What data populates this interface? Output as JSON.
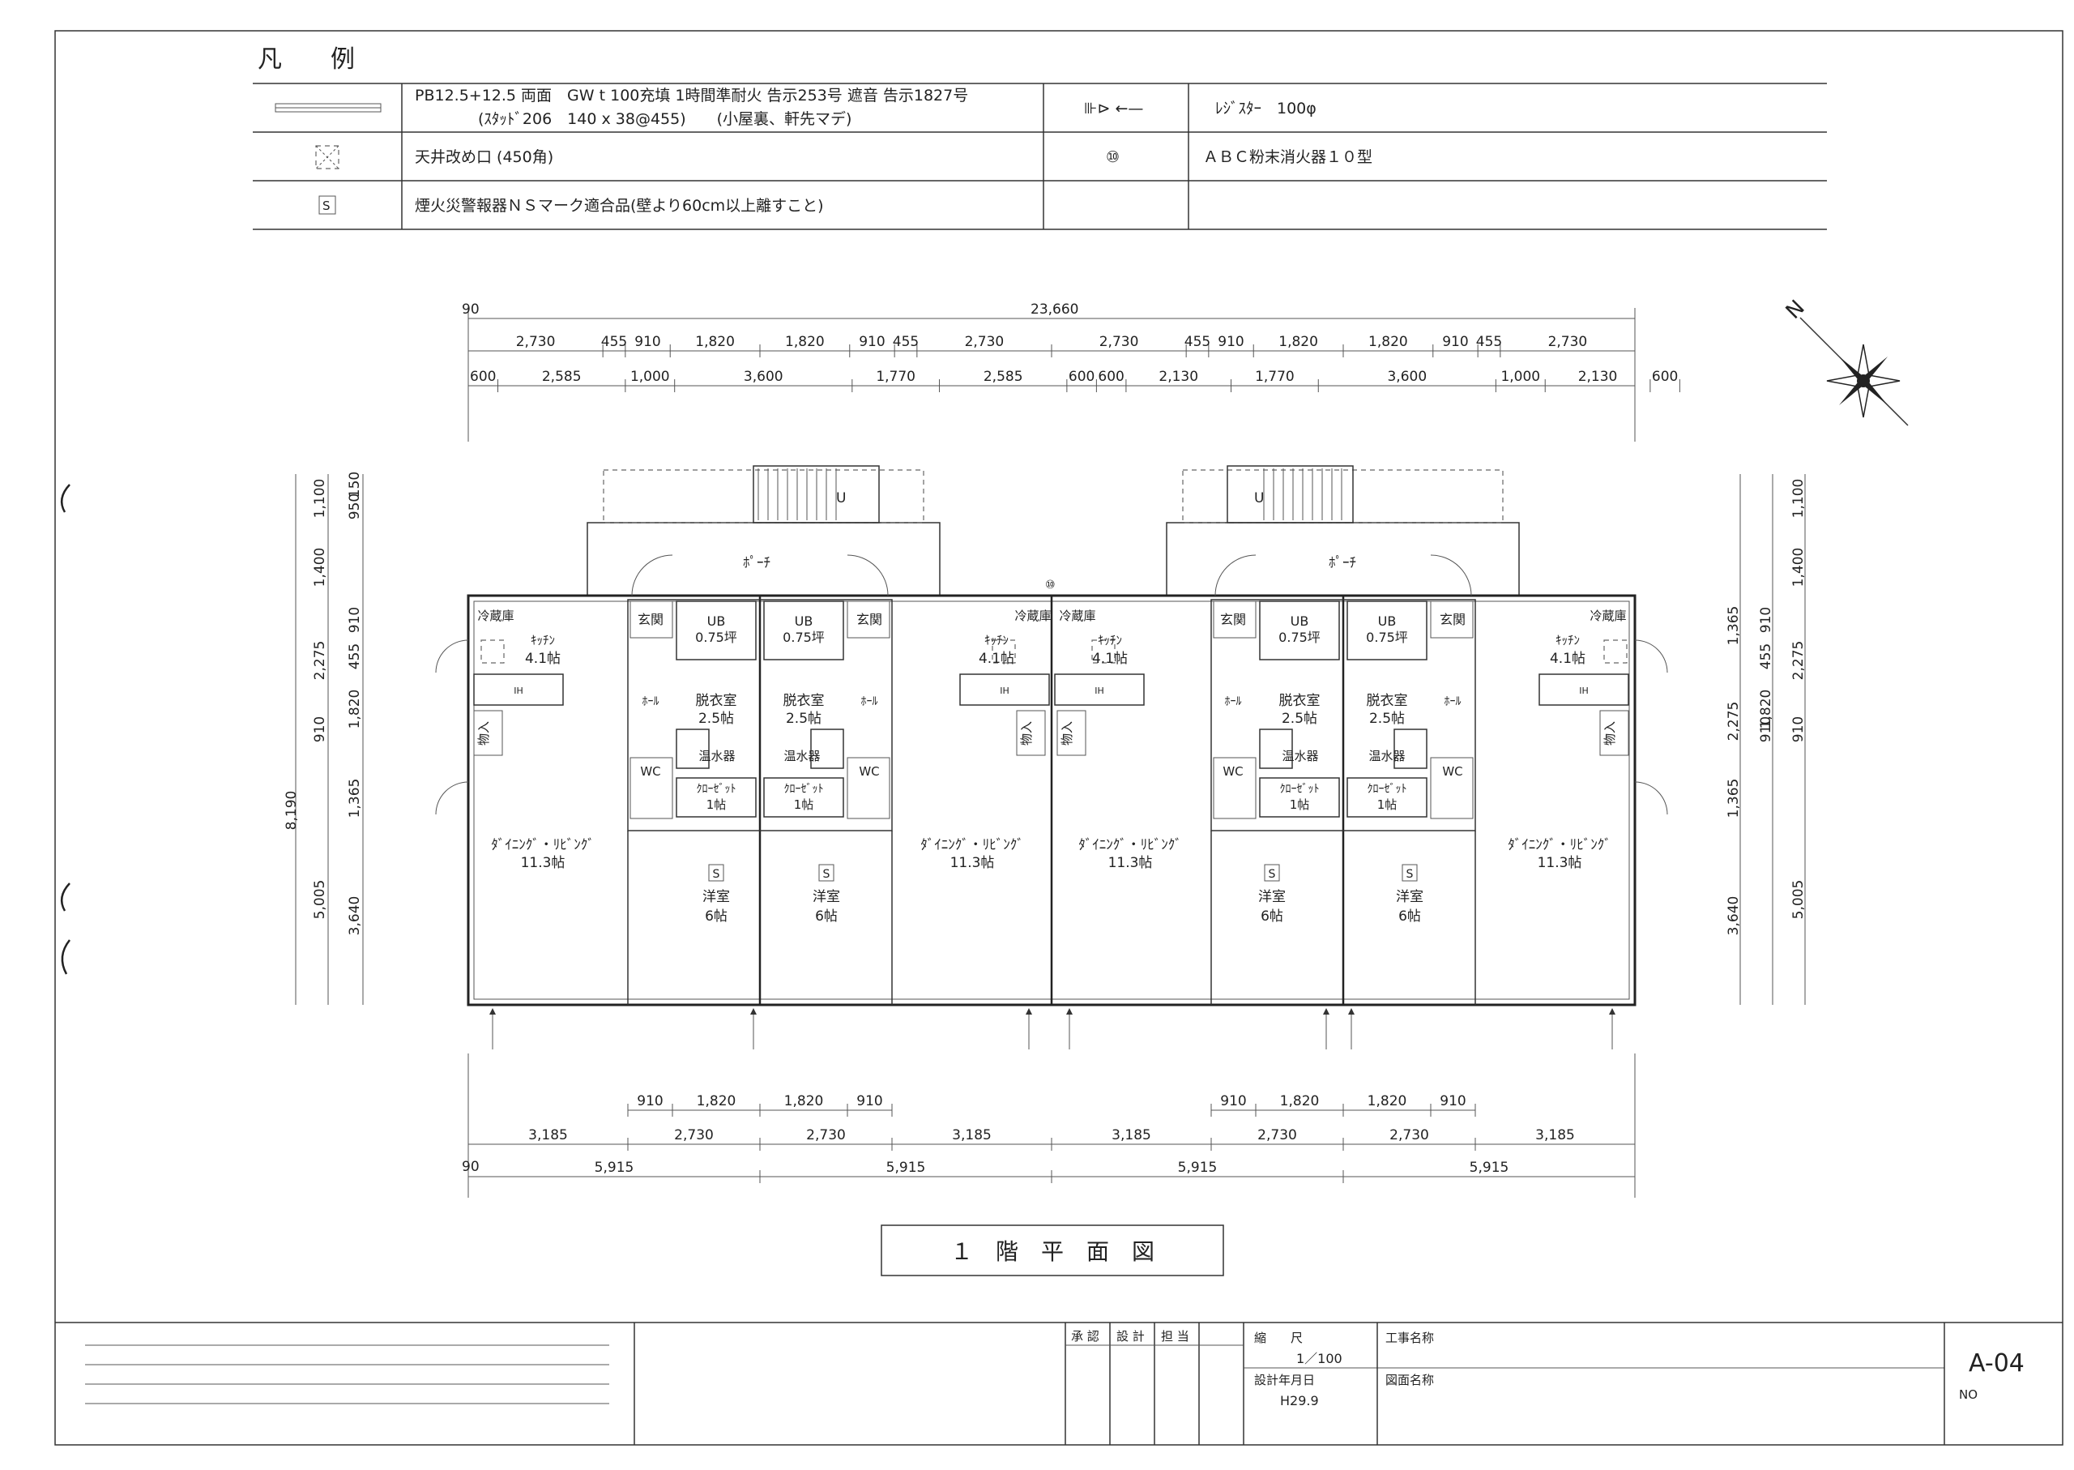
{
  "legend": {
    "title": "凡　　例",
    "rows": [
      {
        "text1": "PB12.5+12.5 両面　GW t 100充填 1時間準耐火 告示253号 遮音 告示1827号",
        "text2": "(ｽﾀｯﾄﾞ206　140 x 38@455)　　(小屋裏、軒先マデ)",
        "right_symbol": "⊪⊳ ←—",
        "right_text": "ﾚｼﾞｽﾀｰ　100φ"
      },
      {
        "text1": "天井改め口 (450角)",
        "right_symbol": "⑩",
        "right_text": "ＡＢＣ粉末消火器１０型"
      },
      {
        "symbol": "S",
        "text1": "煙火災警報器ＮＳマーク適合品(壁より60cm以上離すこと)"
      }
    ]
  },
  "dims_top": {
    "overall": "23,660",
    "edge": "90",
    "row1": [
      "2,730",
      "455",
      "910",
      "1,820",
      "1,820",
      "910",
      "455",
      "2,730",
      "2,730",
      "455",
      "910",
      "1,820",
      "1,820",
      "910",
      "455",
      "2,730"
    ],
    "row2": [
      "600",
      "2,585",
      "1,000",
      "3,600",
      "1,770",
      "2,585",
      "600",
      "600",
      "2,130",
      "1,770",
      "3,600",
      "1,000",
      "2,130",
      "600"
    ]
  },
  "dims_bottom": {
    "row1": [
      "910",
      "1,820",
      "1,820",
      "910",
      "910",
      "1,820",
      "1,820",
      "910"
    ],
    "row2": [
      "3,185",
      "2,730",
      "2,730",
      "3,185",
      "3,185",
      "2,730",
      "2,730",
      "3,185"
    ],
    "row3": [
      "5,915",
      "5,915",
      "5,915",
      "5,915"
    ],
    "edge": "90"
  },
  "dims_left": {
    "overall": "8,190",
    "col1": [
      "1,100",
      "1,400",
      "2,275",
      "910",
      "5,005"
    ],
    "col2": [
      "150",
      "950",
      "910",
      "455",
      "1,820",
      "1,365",
      "3,640"
    ]
  },
  "dims_right": {
    "col1": [
      "1,100",
      "1,400",
      "2,275",
      "910",
      "5,005"
    ],
    "col2": [
      "1,365",
      "910",
      "455",
      "1,820",
      "2,275",
      "910",
      "1,365",
      "3,640"
    ]
  },
  "rooms": {
    "porch": "ﾎﾟｰﾁ",
    "stair_up": "U",
    "fridge": "冷蔵庫",
    "kitchen": "ｷｯﾁﾝ",
    "kitchen_size": "4.1帖",
    "entrance": "玄関",
    "ub": "UB",
    "ub_size": "0.75坪",
    "hall": "ﾎｰﾙ",
    "dressing": "脱衣室",
    "dressing_size": "2.5帖",
    "water_heater": "温水器",
    "storage": "物入",
    "wc": "WC",
    "closet": "ｸﾛｰｾﾞｯﾄ",
    "closet_size": "1帖",
    "dining": "ﾀﾞｲﾆﾝｸﾞ・ﾘﾋﾞﾝｸﾞ",
    "dining_size": "11.3帖",
    "western": "洋室",
    "western_size": "6帖",
    "smoke_symbol": "S",
    "extinguisher": "⑩",
    "ih": "IH"
  },
  "drawing_title": "１　階　平　面　図",
  "title_block": {
    "approval": "承 認",
    "design": "設 計",
    "charge": "担 当",
    "scale_label": "縮　　尺",
    "scale_value": "1／100",
    "design_date_label": "設計年月日",
    "design_date": "H29.9",
    "project_label": "工事名称",
    "drawing_name_label": "図面名称",
    "sheet_no": "A-04",
    "no_label": "NO"
  }
}
